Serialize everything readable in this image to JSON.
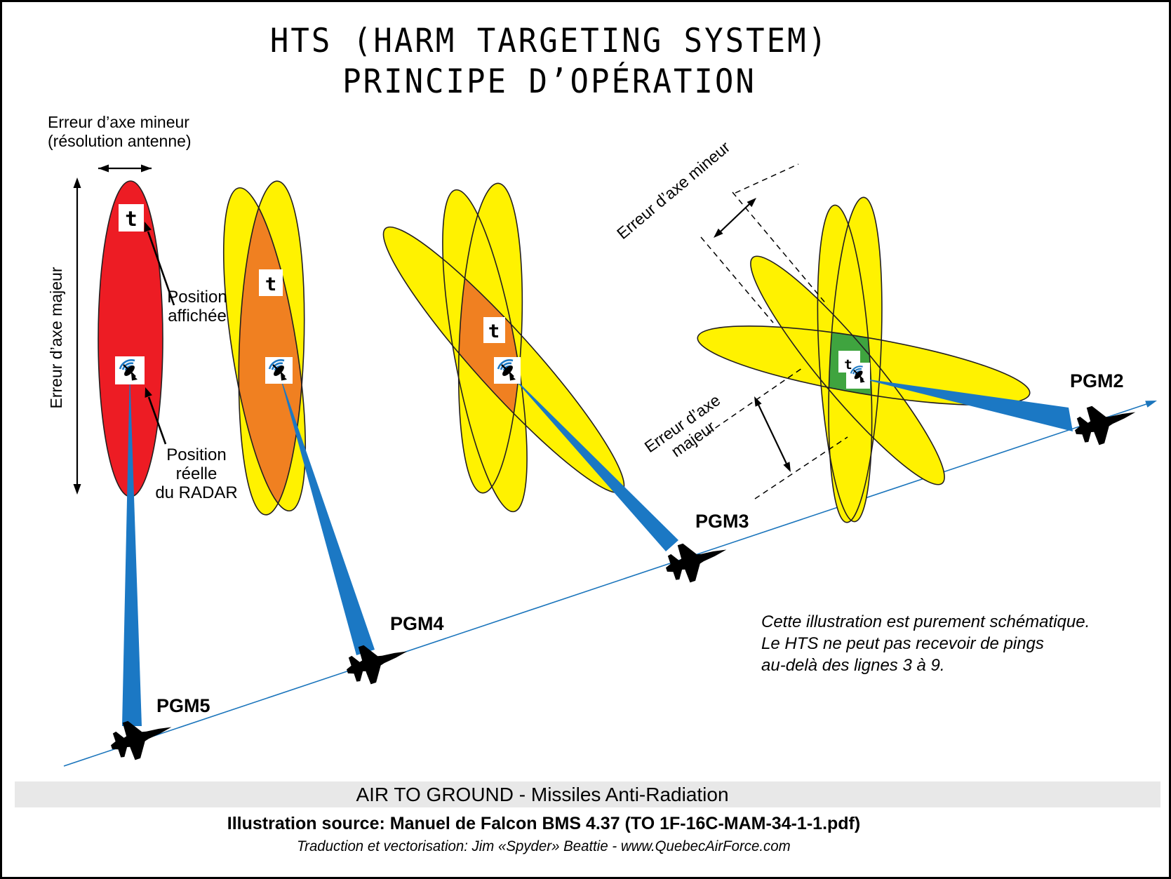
{
  "title": {
    "line1": "HTS (HARM TARGETING SYSTEM)",
    "line2": "PRINCIPE D’OPÉRATION"
  },
  "labels": {
    "minor_axis_line1": "Erreur d’axe mineur",
    "minor_axis_line2": "(résolution antenne)",
    "major_axis_left": "Erreur d’axe majeur",
    "position_displayed_line1": "Position",
    "position_displayed_line2": "affichée",
    "position_real_line1": "Position réelle",
    "position_real_line2": "du RADAR",
    "minor_axis_rotated": "Erreur d’axe mineur",
    "major_axis_rotated_line1": "Erreur d’axe",
    "major_axis_rotated_line2": "majeur",
    "target_glyph": "t"
  },
  "aircraft": {
    "pgm2": "PGM2",
    "pgm3": "PGM3",
    "pgm4": "PGM4",
    "pgm5": "PGM5"
  },
  "note": {
    "line1": "Cette illustration est purement schématique.",
    "line2": "Le HTS ne peut pas recevoir de pings",
    "line3": "au-delà des lignes 3 à 9."
  },
  "footer": {
    "banner": "AIR TO GROUND - Missiles Anti-Radiation",
    "source": "Illustration source: Manuel de Falcon BMS 4.37 (TO 1F-16C-MAM-34-1-1.pdf)",
    "credit": "Traduction et vectorisation: Jim «Spyder» Beattie - www.QuebecAirForce.com"
  },
  "icons": {
    "radar": "satellite-dish-icon",
    "target": "t-marker-icon",
    "jet": "f16-silhouette-icon"
  },
  "colors": {
    "error_red": "#ed1c24",
    "lobe_yellow": "#fff200",
    "overlap_orange": "#f08021",
    "overlap_green": "#3fa43f",
    "beam_blue": "#1b78c4",
    "banner_gray": "#e8e8e8",
    "outline_black": "#231f20"
  }
}
